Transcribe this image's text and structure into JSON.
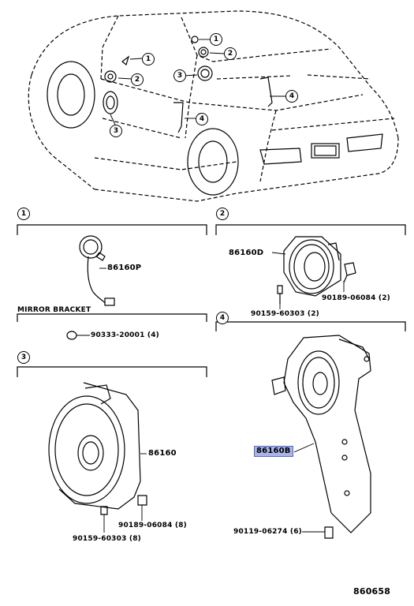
{
  "car_callouts": [
    "1",
    "2",
    "1",
    "2",
    "3",
    "3",
    "4",
    "4"
  ],
  "section_numbers": {
    "s1": "1",
    "s2": "2",
    "s3": "3",
    "s4": "4"
  },
  "mirror_bracket": "MIRROR BRACKET",
  "parts": {
    "p86160P": "86160P",
    "p86160D": "86160D",
    "p90189_a": "90189-06084 (2)",
    "p90159_a": "90159-60303 (2)",
    "p90333": "90333-20001 (4)",
    "p86160": "86160",
    "p90189_b": "90189-06084 (8)",
    "p90159_b": "90159-60303 (8)",
    "p86160B": "86160B",
    "p90119": "90119-06274 (6)"
  },
  "diagram_id": "860658",
  "colors": {
    "highlight": "#a9b4e8",
    "line": "#000000"
  }
}
